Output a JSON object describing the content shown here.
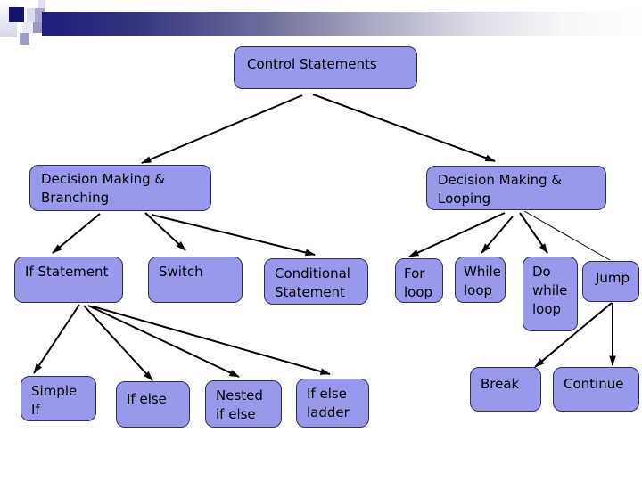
{
  "slide": {
    "title_bar": {
      "gradient_start_color": "#1d1d7c",
      "gradient_end_color": "#ffffff"
    },
    "decoration": {
      "dark_square_color": "#15156b",
      "lavender_square_color": "#9d9dcc"
    }
  },
  "theme": {
    "background_color": "#ffffff",
    "node_fill_color": "#9999ec",
    "node_border_color": "#2e2e54",
    "arrow_color": "#000000",
    "text_color": "#000000"
  },
  "diagram": {
    "nodes": {
      "control_statements": {
        "label": "Control Statements"
      },
      "decision_making_branching": {
        "label": "Decision Making &\nBranching"
      },
      "decision_making_looping": {
        "label": "Decision Making &\nLooping"
      },
      "if_statement": {
        "label": "If Statement"
      },
      "switch": {
        "label": "Switch"
      },
      "conditional_statement": {
        "label": "Conditional\nStatement"
      },
      "for_loop": {
        "label": "For\nloop"
      },
      "while_loop": {
        "label": "While\nloop"
      },
      "do_while_loop": {
        "label": "Do\nwhile\nloop"
      },
      "jump": {
        "label": "Jump"
      },
      "simple_if": {
        "label": "Simple\nIf"
      },
      "if_else": {
        "label": "If else"
      },
      "nested_if_else": {
        "label": "Nested\nif else"
      },
      "if_else_ladder": {
        "label": "If else\nladder"
      },
      "break": {
        "label": "Break"
      },
      "continue": {
        "label": "Continue"
      }
    },
    "edges": [
      {
        "from": "control_statements",
        "to": "decision_making_branching"
      },
      {
        "from": "control_statements",
        "to": "decision_making_looping"
      },
      {
        "from": "decision_making_branching",
        "to": "if_statement"
      },
      {
        "from": "decision_making_branching",
        "to": "switch"
      },
      {
        "from": "decision_making_branching",
        "to": "conditional_statement"
      },
      {
        "from": "if_statement",
        "to": "simple_if"
      },
      {
        "from": "if_statement",
        "to": "if_else"
      },
      {
        "from": "if_statement",
        "to": "nested_if_else"
      },
      {
        "from": "if_statement",
        "to": "if_else_ladder"
      },
      {
        "from": "decision_making_looping",
        "to": "for_loop"
      },
      {
        "from": "decision_making_looping",
        "to": "while_loop"
      },
      {
        "from": "decision_making_looping",
        "to": "do_while_loop"
      },
      {
        "from": "decision_making_looping",
        "to": "jump"
      },
      {
        "from": "jump",
        "to": "break"
      },
      {
        "from": "jump",
        "to": "continue"
      }
    ]
  }
}
